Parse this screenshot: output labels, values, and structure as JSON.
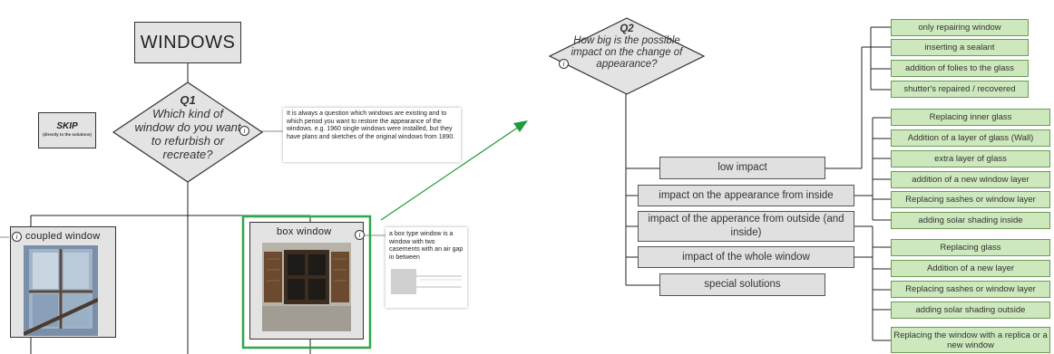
{
  "left": {
    "title": "WINDOWS",
    "q1": {
      "label": "Q1",
      "text": "Which kind of window do you want to refurbish or recreate?"
    },
    "skip": {
      "title": "SKIP",
      "subtitle": "(directly to the solutions)"
    },
    "note": "It is always a question which windows are existing and to which period you want to restore the appearance of the windows. e.g. 1960 single windows were installed, but they have plans and sketches of the original windows from 1890.",
    "coupled_window": "coupled window",
    "box_window": "box window",
    "box_note": "a box type window is a window with two casements with an air gap in between",
    "info_symbol": "i"
  },
  "right": {
    "q2": {
      "label": "Q2",
      "text": "How big is the possible impact on the change of appearance?"
    },
    "categories": [
      "low impact",
      "impact on the appearance from inside",
      "impact of the apperance from outside (and inside)",
      "impact of the whole window",
      "special solutions"
    ],
    "solutions": {
      "low_impact": [
        "only repairing window",
        "inserting a sealant",
        "addition of folies to the glass",
        "shutter's repaired / recovered"
      ],
      "inside": [
        "Replacing inner glass",
        "Addition of a layer of glass (Wall)",
        "extra layer of glass",
        "addition of a new window layer",
        "Replacing sashes or window layer",
        "adding solar shading inside"
      ],
      "outside": [
        "Replacing glass",
        "Addition of a new layer",
        "Replacing sashes or window layer",
        "adding solar shading outside"
      ],
      "whole": [
        "Replacing the window with a replica or a new window"
      ]
    }
  },
  "colors": {
    "box_fill": "#e3e3e3",
    "solution_fill": "#cde8bc",
    "solution_border": "#6a9a55",
    "highlight": "#2ea84a",
    "arrow": "#1f9a3c"
  }
}
